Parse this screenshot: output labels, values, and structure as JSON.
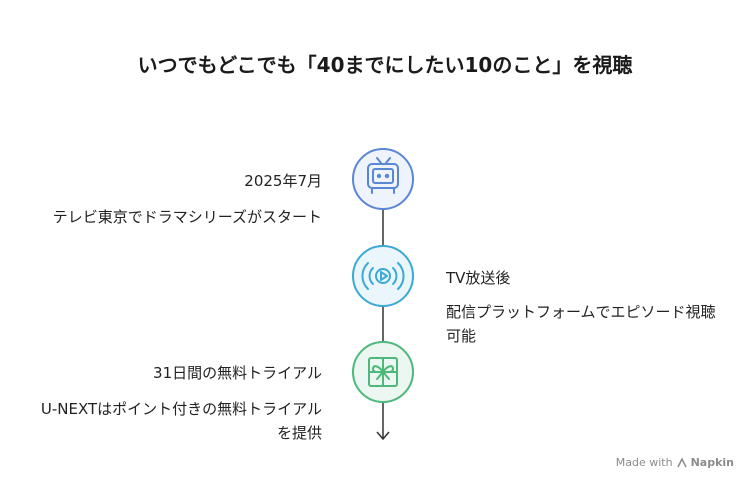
{
  "title": "いつでもどこでも「40までにしたい10のこと」を視聴",
  "steps": [
    {
      "heading": "2025年7月",
      "description": "テレビ東京でドラマシリーズがスタート",
      "icon": "tv-icon",
      "color": "#5a86d6",
      "fill": "#eef3fc",
      "side": "left"
    },
    {
      "heading": "TV放送後",
      "description": "配信プラットフォームでエピソード視聴可能",
      "icon": "broadcast-play-icon",
      "color": "#3aa9d4",
      "fill": "#eaf6fb",
      "side": "right"
    },
    {
      "heading": "31日間の無料トライアル",
      "description": "U-NEXTはポイント付きの無料トライアルを提供",
      "icon": "gift-icon",
      "color": "#4cb87a",
      "fill": "#ebf7f0",
      "side": "left"
    }
  ],
  "footer": {
    "made_with": "Made with",
    "brand": "Napkin"
  }
}
